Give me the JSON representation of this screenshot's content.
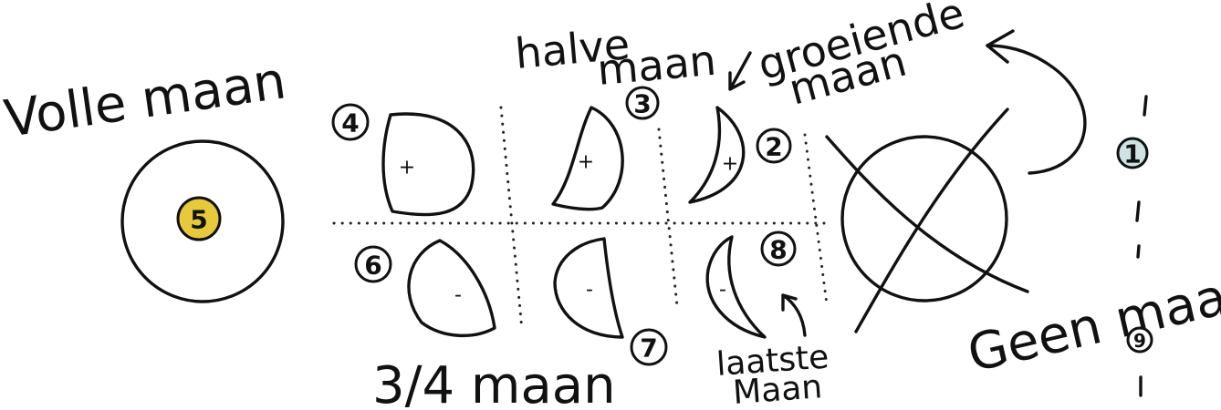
{
  "colors": {
    "ink": "#111111",
    "full_moon_badge": "#e8c93c",
    "new_moon_badge": "#cfe3e4"
  },
  "labels": {
    "volle_maan": "Volle maan",
    "halve": "halve",
    "maan_halve": "maan",
    "groeiende": "groeiende",
    "maan_groeiende": "maan",
    "drie_kwart_maan": "3/4 maan",
    "laatste": "laatste",
    "maan_laatste": "Maan",
    "geen_maan": "Geen maan"
  },
  "phases": {
    "n1": "1",
    "n2": "2",
    "n3": "3",
    "n4": "4",
    "n5": "5",
    "n6": "6",
    "n7": "7",
    "n8": "8",
    "n9": "9"
  },
  "signs": {
    "plus": "+",
    "minus": "-"
  }
}
